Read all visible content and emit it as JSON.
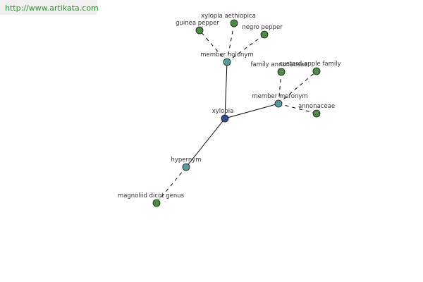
{
  "source": {
    "url": "http://www.artikata.com"
  },
  "colors": {
    "center_node": "#3a4a8a",
    "relation_node": "#5a9a9a",
    "term_node": "#4c8c42",
    "edge": "#000000",
    "banner_text": "#2f8f2f"
  },
  "nodes": [
    {
      "id": "xylopia",
      "label": "xylopia",
      "kind": "center"
    },
    {
      "id": "member-holonym",
      "label": "member holonym",
      "kind": "relation"
    },
    {
      "id": "member-meronym",
      "label": "member meronym",
      "kind": "relation"
    },
    {
      "id": "hypernym",
      "label": "hypernym",
      "kind": "relation"
    },
    {
      "id": "guinea-pepper",
      "label": "guinea pepper",
      "kind": "term"
    },
    {
      "id": "xylopia-aethiopica",
      "label": "xylopia aethiopica",
      "kind": "term"
    },
    {
      "id": "negro-pepper",
      "label": "negro pepper",
      "kind": "term"
    },
    {
      "id": "family-annonaceae",
      "label": "family annonaceae",
      "kind": "term"
    },
    {
      "id": "custard-apple-family",
      "label": "custard-apple family",
      "kind": "term"
    },
    {
      "id": "annonaceae",
      "label": "annonaceae",
      "kind": "term"
    },
    {
      "id": "magnoliid-dicot-genus",
      "label": "magnoliid dicot genus",
      "kind": "term"
    }
  ],
  "edges": [
    {
      "from": "xylopia",
      "to": "member-holonym",
      "style": "solid"
    },
    {
      "from": "xylopia",
      "to": "member-meronym",
      "style": "solid"
    },
    {
      "from": "xylopia",
      "to": "hypernym",
      "style": "solid"
    },
    {
      "from": "member-holonym",
      "to": "guinea-pepper",
      "style": "dashed"
    },
    {
      "from": "member-holonym",
      "to": "xylopia-aethiopica",
      "style": "dashed"
    },
    {
      "from": "member-holonym",
      "to": "negro-pepper",
      "style": "dashed"
    },
    {
      "from": "member-meronym",
      "to": "family-annonaceae",
      "style": "dashed"
    },
    {
      "from": "member-meronym",
      "to": "custard-apple-family",
      "style": "dashed"
    },
    {
      "from": "member-meronym",
      "to": "annonaceae",
      "style": "dashed"
    },
    {
      "from": "hypernym",
      "to": "magnoliid-dicot-genus",
      "style": "dashed"
    }
  ]
}
